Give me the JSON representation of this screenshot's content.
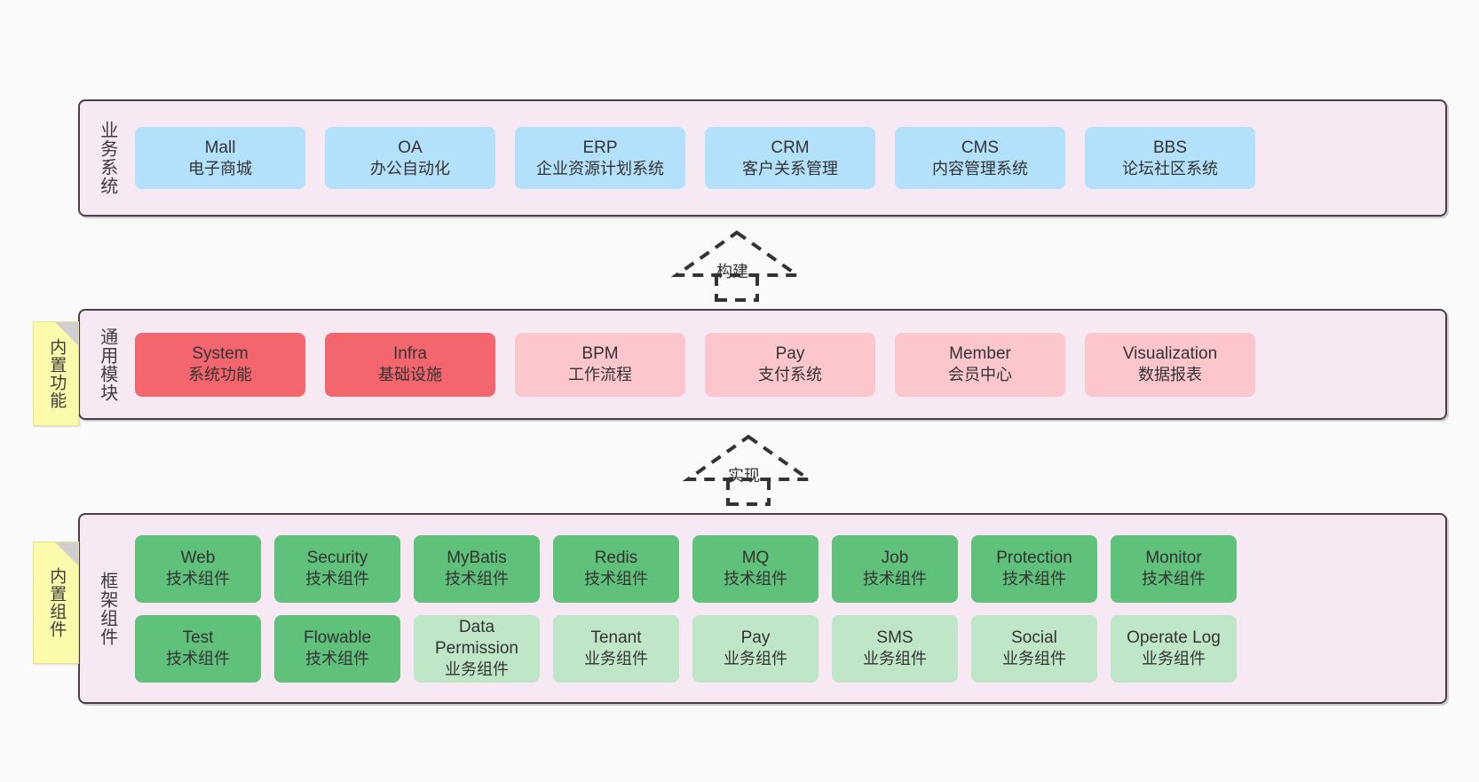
{
  "diagram": {
    "background": "#fafafa",
    "panel_bg": "#f7e9f3",
    "panel_border": "#4a3f48",
    "colors": {
      "blue": "#b3e0fb",
      "red": "#f4666e",
      "pink": "#fcc6cd",
      "green": "#5fc17a",
      "green_light": "#bfe7c7",
      "sticky_yellow": "#fbfbab",
      "sticky_fold": "#cfcfcf"
    }
  },
  "layers": [
    {
      "id": "business-systems",
      "title": "业务系统",
      "rows": [
        [
          {
            "title": "Mall",
            "sub": "电子商城",
            "color": "blue"
          },
          {
            "title": "OA",
            "sub": "办公自动化",
            "color": "blue"
          },
          {
            "title": "ERP",
            "sub": "企业资源计划系统",
            "color": "blue"
          },
          {
            "title": "CRM",
            "sub": "客户关系管理",
            "color": "blue"
          },
          {
            "title": "CMS",
            "sub": "内容管理系统",
            "color": "blue"
          },
          {
            "title": "BBS",
            "sub": "论坛社区系统",
            "color": "blue"
          }
        ]
      ]
    },
    {
      "id": "common-modules",
      "title": "通用模块",
      "rows": [
        [
          {
            "title": "System",
            "sub": "系统功能",
            "color": "red"
          },
          {
            "title": "Infra",
            "sub": "基础设施",
            "color": "red"
          },
          {
            "title": "BPM",
            "sub": "工作流程",
            "color": "pink"
          },
          {
            "title": "Pay",
            "sub": "支付系统",
            "color": "pink"
          },
          {
            "title": "Member",
            "sub": "会员中心",
            "color": "pink"
          },
          {
            "title": "Visualization",
            "sub": "数据报表",
            "color": "pink"
          }
        ]
      ]
    },
    {
      "id": "framework-components",
      "title": "框架组件",
      "rows": [
        [
          {
            "title": "Web",
            "sub": "技术组件",
            "color": "green"
          },
          {
            "title": "Security",
            "sub": "技术组件",
            "color": "green"
          },
          {
            "title": "MyBatis",
            "sub": "技术组件",
            "color": "green"
          },
          {
            "title": "Redis",
            "sub": "技术组件",
            "color": "green"
          },
          {
            "title": "MQ",
            "sub": "技术组件",
            "color": "green"
          },
          {
            "title": "Job",
            "sub": "技术组件",
            "color": "green"
          },
          {
            "title": "Protection",
            "sub": "技术组件",
            "color": "green"
          },
          {
            "title": "Monitor",
            "sub": "技术组件",
            "color": "green"
          }
        ],
        [
          {
            "title": "Test",
            "sub": "技术组件",
            "color": "green"
          },
          {
            "title": "Flowable",
            "sub": "技术组件",
            "color": "green"
          },
          {
            "title": "Data Permission",
            "sub": "业务组件",
            "color": "green-light"
          },
          {
            "title": "Tenant",
            "sub": "业务组件",
            "color": "green-light"
          },
          {
            "title": "Pay",
            "sub": "业务组件",
            "color": "green-light"
          },
          {
            "title": "SMS",
            "sub": "业务组件",
            "color": "green-light"
          },
          {
            "title": "Social",
            "sub": "业务组件",
            "color": "green-light"
          },
          {
            "title": "Operate Log",
            "sub": "业务组件",
            "color": "green-light"
          }
        ]
      ]
    }
  ],
  "sticky_notes": [
    {
      "id": "builtin-features",
      "text": "内置功能"
    },
    {
      "id": "builtin-components",
      "text": "内置组件"
    }
  ],
  "connectors": [
    {
      "id": "build-arrow",
      "label": "构建"
    },
    {
      "id": "implement-arrow",
      "label": "实现"
    }
  ]
}
